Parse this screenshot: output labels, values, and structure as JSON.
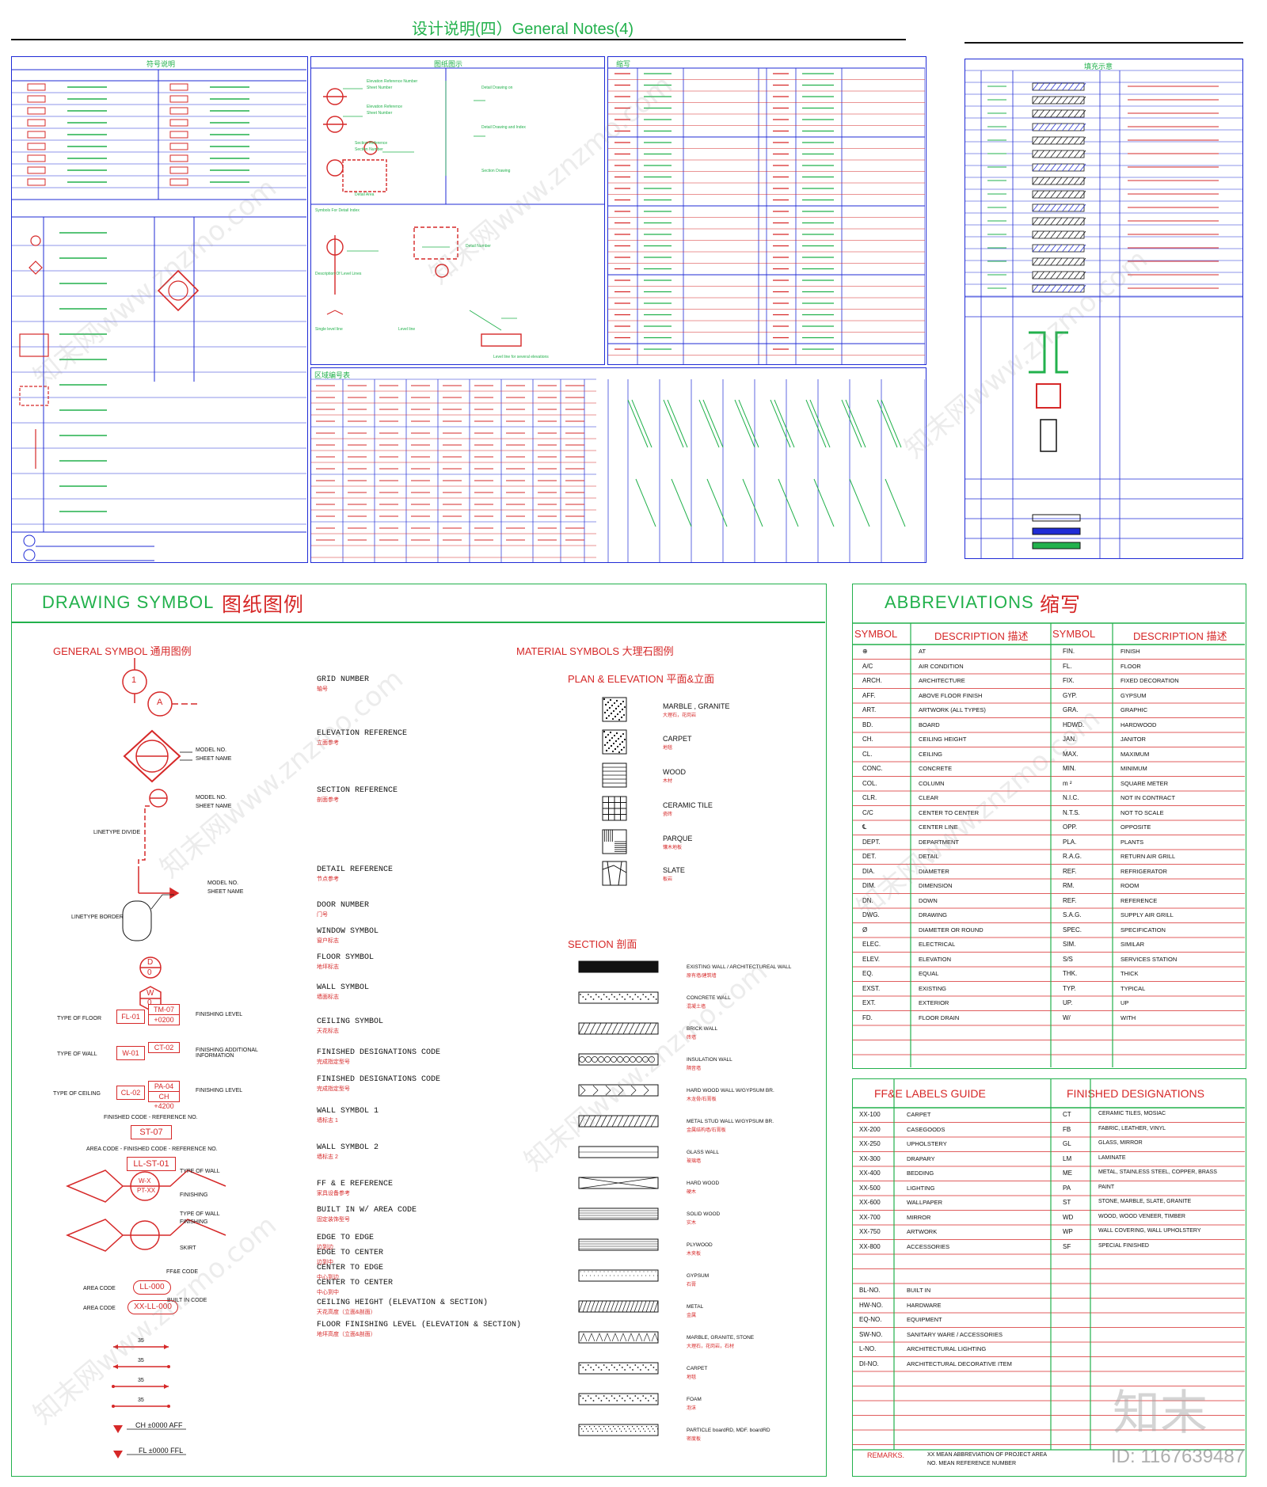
{
  "title": "设计说明(四）General Notes(4)",
  "drawing_symbol": {
    "title_en": "DRAWING SYMBOL",
    "title_cn": "图纸图例",
    "general_symbol": "GENERAL SYMBOL 通用图例",
    "material_symbols": "MATERIAL SYMBOLS 大理石图例",
    "plan_elevation": "PLAN & ELEVATION 平面&立面",
    "section": "SECTION 剖面",
    "left_labels": [
      {
        "en": "GRID NUMBER",
        "cn": "轴号"
      },
      {
        "en": "ELEVATION REFERENCE",
        "cn": "立面参考"
      },
      {
        "en": "SECTION REFERENCE",
        "cn": "剖面参考"
      },
      {
        "en": "DETAIL REFERENCE",
        "cn": "节点参考"
      },
      {
        "en": "DOOR NUMBER",
        "cn": "门号"
      },
      {
        "en": "WINDOW SYMBOL",
        "cn": "窗户标志"
      },
      {
        "en": "FLOOR SYMBOL",
        "cn": "地坪标志"
      },
      {
        "en": "WALL SYMBOL",
        "cn": "墙面标志"
      },
      {
        "en": "CEILING SYMBOL",
        "cn": "天花标志"
      },
      {
        "en": "FINISHED DESIGNATIONS CODE",
        "cn": "完成指定型号"
      },
      {
        "en": "FINISHED DESIGNATIONS CODE",
        "cn": "完成指定型号"
      },
      {
        "en": "WALL SYMBOL 1",
        "cn": "墙标志 1"
      },
      {
        "en": "WALL SYMBOL 2",
        "cn": "墙标志 2"
      },
      {
        "en": "FF & E REFERENCE",
        "cn": "家具设备参考"
      },
      {
        "en": "BUILT IN W/ AREA CODE",
        "cn": "固定装饰型号"
      },
      {
        "en": "EDGE TO EDGE",
        "cn": "边到边"
      },
      {
        "en": "EDGE TO CENTER",
        "cn": "边到中"
      },
      {
        "en": "CENTER TO EDGE",
        "cn": "中心到边"
      },
      {
        "en": "CENTER TO CENTER",
        "cn": "中心到中"
      },
      {
        "en": "CEILING HEIGHT (ELEVATION & SECTION)",
        "cn": "天花高度（立面&剖面）"
      },
      {
        "en": "FLOOR FINISHING LEVEL (ELEVATION & SECTION)",
        "cn": "地坪高度（立面&剖面）"
      }
    ],
    "symbol_texts": {
      "grid_1": "1",
      "grid_a": "A",
      "model_no": "MODEL NO.",
      "sheet_name": "SHEET NAME",
      "linetype_divide": "LINETYPE DIVIDE",
      "linetype_border": "LINETYPE BORDER",
      "door_d": "D",
      "door_0": "0",
      "window_w": "W",
      "window_0": "0",
      "type_floor": "TYPE OF FLOOR",
      "type_wall": "TYPE OF WALL",
      "type_ceiling": "TYPE OF CEILING",
      "finishing_level": "FINISHING LEVEL",
      "finishing_additional": "FINISHING ADDITIONAL INFORMATION",
      "fl01": "FL-01",
      "tm07": "TM-07",
      "fl_level": "+0200",
      "w01": "W-01",
      "ct02": "CT-02",
      "cl02": "CL-02",
      "pa04": "PA-04",
      "ch4200": "CH +4200",
      "finished_code_ref": "FINISHED CODE - REFERENCE NO.",
      "st07": "ST-07",
      "area_code_finished": "AREA CODE - FINISHED CODE - REFERENCE NO.",
      "ll_st_01": "LL-ST-01",
      "type_of_wall": "TYPE OF WALL",
      "finishing": "FINISHING",
      "skirt": "SKIRT",
      "wx": "W-X",
      "ptxx": "PT-XX",
      "ffe_code": "FF&E CODE",
      "area_code": "AREA CODE",
      "built_in_code": "BUILT IN CODE",
      "ll000": "LL-000",
      "xx_ll_000": "XX-LL-000",
      "dim35": "35",
      "ch_aff": "CH ±0000 AFF",
      "fl_ffl": "FL ±0000 FFL"
    },
    "material_plan": [
      {
        "en": "MARBLE , GRANITE",
        "cn": "大理石，花岗岩"
      },
      {
        "en": "CARPET",
        "cn": "地毯"
      },
      {
        "en": "WOOD",
        "cn": "木材"
      },
      {
        "en": "CERAMIC TILE",
        "cn": "瓷砖"
      },
      {
        "en": "PARQUE",
        "cn": "镶木地板"
      },
      {
        "en": "SLATE",
        "cn": "板岩"
      }
    ],
    "material_section": [
      {
        "en": "EXISTING WALL / ARCHITECTUREAL WALL",
        "cn": "原有墙/建筑墙"
      },
      {
        "en": "CONCRETE WALL",
        "cn": "混凝土墙"
      },
      {
        "en": "BRICK WALL",
        "cn": "砖墙"
      },
      {
        "en": "INSULATION WALL",
        "cn": "隔音墙"
      },
      {
        "en": "HARD WOOD WALL W/GYPSUM BR.",
        "cn": "木龙骨/石膏板"
      },
      {
        "en": "METAL STUD WALL W/GYPSUM BR.",
        "cn": "金属结构墙/石膏板"
      },
      {
        "en": "GLASS WALL",
        "cn": "玻璃墙"
      },
      {
        "en": "HARD WOOD",
        "cn": "硬木"
      },
      {
        "en": "SOLID WOOD",
        "cn": "实木"
      },
      {
        "en": "PLYWOOD",
        "cn": "木夹板"
      },
      {
        "en": "GYPSUM",
        "cn": "石膏"
      },
      {
        "en": "METAL",
        "cn": "金属"
      },
      {
        "en": "MARBLE, GRANITE, STONE",
        "cn": "大理石，花岗岩，石材"
      },
      {
        "en": "CARPET",
        "cn": "地毯"
      },
      {
        "en": "FOAM",
        "cn": "泡沫"
      },
      {
        "en": "PARTICLE boardRD, MDF. boardRD",
        "cn": "密度板"
      }
    ]
  },
  "abbreviations": {
    "title_en": "ABBREVIATIONS",
    "title_cn": "缩写",
    "headers": [
      "SYMBOL",
      "DESCRIPTION 描述",
      "SYMBOL",
      "DESCRIPTION 描述"
    ],
    "left": [
      [
        "⊕",
        "AT"
      ],
      [
        "A/C",
        "AIR CONDITION"
      ],
      [
        "ARCH.",
        "ARCHITECTURE"
      ],
      [
        "AFF.",
        "ABOVE FLOOR FINISH"
      ],
      [
        "ART.",
        "ARTWORK (ALL TYPES)"
      ],
      [
        "BD.",
        "BOARD"
      ],
      [
        "CH.",
        "CEILING HEIGHT"
      ],
      [
        "CL.",
        "CEILING"
      ],
      [
        "CONC.",
        "CONCRETE"
      ],
      [
        "COL.",
        "COLUMN"
      ],
      [
        "CLR.",
        "CLEAR"
      ],
      [
        "C/C",
        "CENTER TO CENTER"
      ],
      [
        "℄",
        "CENTER LINE"
      ],
      [
        "DEPT.",
        "DEPARTMENT"
      ],
      [
        "DET.",
        "DETAIL"
      ],
      [
        "DIA.",
        "DIAMETER"
      ],
      [
        "DIM.",
        "DIMENSION"
      ],
      [
        "DN.",
        "DOWN"
      ],
      [
        "DWG.",
        "DRAWING"
      ],
      [
        "Ø",
        "DIAMETER OR ROUND"
      ],
      [
        "ELEC.",
        "ELECTRICAL"
      ],
      [
        "ELEV.",
        "ELEVATION"
      ],
      [
        "EQ.",
        "EQUAL"
      ],
      [
        "EXST.",
        "EXISTING"
      ],
      [
        "EXT.",
        "EXTERIOR"
      ],
      [
        "FD.",
        "FLOOR DRAIN"
      ]
    ],
    "right": [
      [
        "FIN.",
        "FINISH"
      ],
      [
        "FL.",
        "FLOOR"
      ],
      [
        "FIX.",
        "FIXED DECORATION"
      ],
      [
        "GYP.",
        "GYPSUM"
      ],
      [
        "GRA.",
        "GRAPHIC"
      ],
      [
        "HDWD.",
        "HARDWOOD"
      ],
      [
        "JAN.",
        "JANITOR"
      ],
      [
        "MAX.",
        "MAXIMUM"
      ],
      [
        "MIN.",
        "MINIMUM"
      ],
      [
        "m ²",
        "SQUARE METER"
      ],
      [
        "N.I.C.",
        "NOT IN CONTRACT"
      ],
      [
        "N.T.S.",
        "NOT TO SCALE"
      ],
      [
        "OPP.",
        "OPPOSITE"
      ],
      [
        "PLA.",
        "PLANTS"
      ],
      [
        "R.A.G.",
        "RETURN AIR GRILL"
      ],
      [
        "REF.",
        "REFRIGERATOR"
      ],
      [
        "RM.",
        "ROOM"
      ],
      [
        "REF.",
        "REFERENCE"
      ],
      [
        "S.A.G.",
        "SUPPLY AIR GRILL"
      ],
      [
        "SPEC.",
        "SPECIFICATION"
      ],
      [
        "SIM.",
        "SIMILAR"
      ],
      [
        "S/S",
        "SERVICES STATION"
      ],
      [
        "THK.",
        "THICK"
      ],
      [
        "TYP.",
        "TYPICAL"
      ],
      [
        "UP.",
        "UP"
      ],
      [
        "W/",
        "WITH"
      ]
    ]
  },
  "ffe": {
    "title_left": "FF&E LABELS GUIDE",
    "title_right": "FINISHED DESIGNATIONS",
    "left": [
      [
        "XX-100",
        "CARPET"
      ],
      [
        "XX-200",
        "CASEGOODS"
      ],
      [
        "XX-250",
        "UPHOLSTERY"
      ],
      [
        "XX-300",
        "DRAPARY"
      ],
      [
        "XX-400",
        "BEDDING"
      ],
      [
        "XX-500",
        "LIGHTING"
      ],
      [
        "XX-600",
        "WALLPAPER"
      ],
      [
        "XX-700",
        "MIRROR"
      ],
      [
        "XX-750",
        "ARTWORK"
      ],
      [
        "XX-800",
        "ACCESSORIES"
      ]
    ],
    "left2": [
      [
        "BL-NO.",
        "BUILT IN"
      ],
      [
        "HW-NO.",
        "HARDWARE"
      ],
      [
        "EQ-NO.",
        "EQUIPMENT"
      ],
      [
        "SW-NO.",
        "SANITARY WARE / ACCESSORIES"
      ],
      [
        "L-NO.",
        "ARCHITECTURAL LIGHTING"
      ],
      [
        "DI-NO.",
        "ARCHITECTURAL DECORATIVE ITEM"
      ]
    ],
    "right": [
      [
        "CT",
        "CERAMIC TILES, MOSIAC"
      ],
      [
        "FB",
        "FABRIC, LEATHER, VINYL"
      ],
      [
        "GL",
        "GLASS, MIRROR"
      ],
      [
        "LM",
        "LAMINATE"
      ],
      [
        "ME",
        "METAL, STAINLESS STEEL, COPPER, BRASS"
      ],
      [
        "PA",
        "PAINT"
      ],
      [
        "ST",
        "STONE, MARBLE, SLATE, GRANITE"
      ],
      [
        "WD",
        "WOOD, WOOD VENEER, TIMBER"
      ],
      [
        "WP",
        "WALL COVERING, WALL UPHOLSTERY"
      ],
      [
        "SF",
        "SPECIAL FINISHED"
      ]
    ],
    "remarks_label": "REMARKS.",
    "remarks_text": "XX MEAN ABBREVIATION OF PROJECT AREA",
    "remarks_text2": "NO. MEAN REFERENCE NUMBER"
  },
  "top_panels": {
    "p1_title": "符号说明",
    "p2_title": "图纸图示",
    "p3_title": "缩写",
    "p4_title": "填充示意",
    "area_code": "区域编号表"
  },
  "watermark": "知末网www.znzmo.com",
  "logo": "知末",
  "image_id": "ID: 1167639487",
  "colors": {
    "green": "#22b14c",
    "red": "#d62828",
    "blue": "#1f2bd6"
  }
}
